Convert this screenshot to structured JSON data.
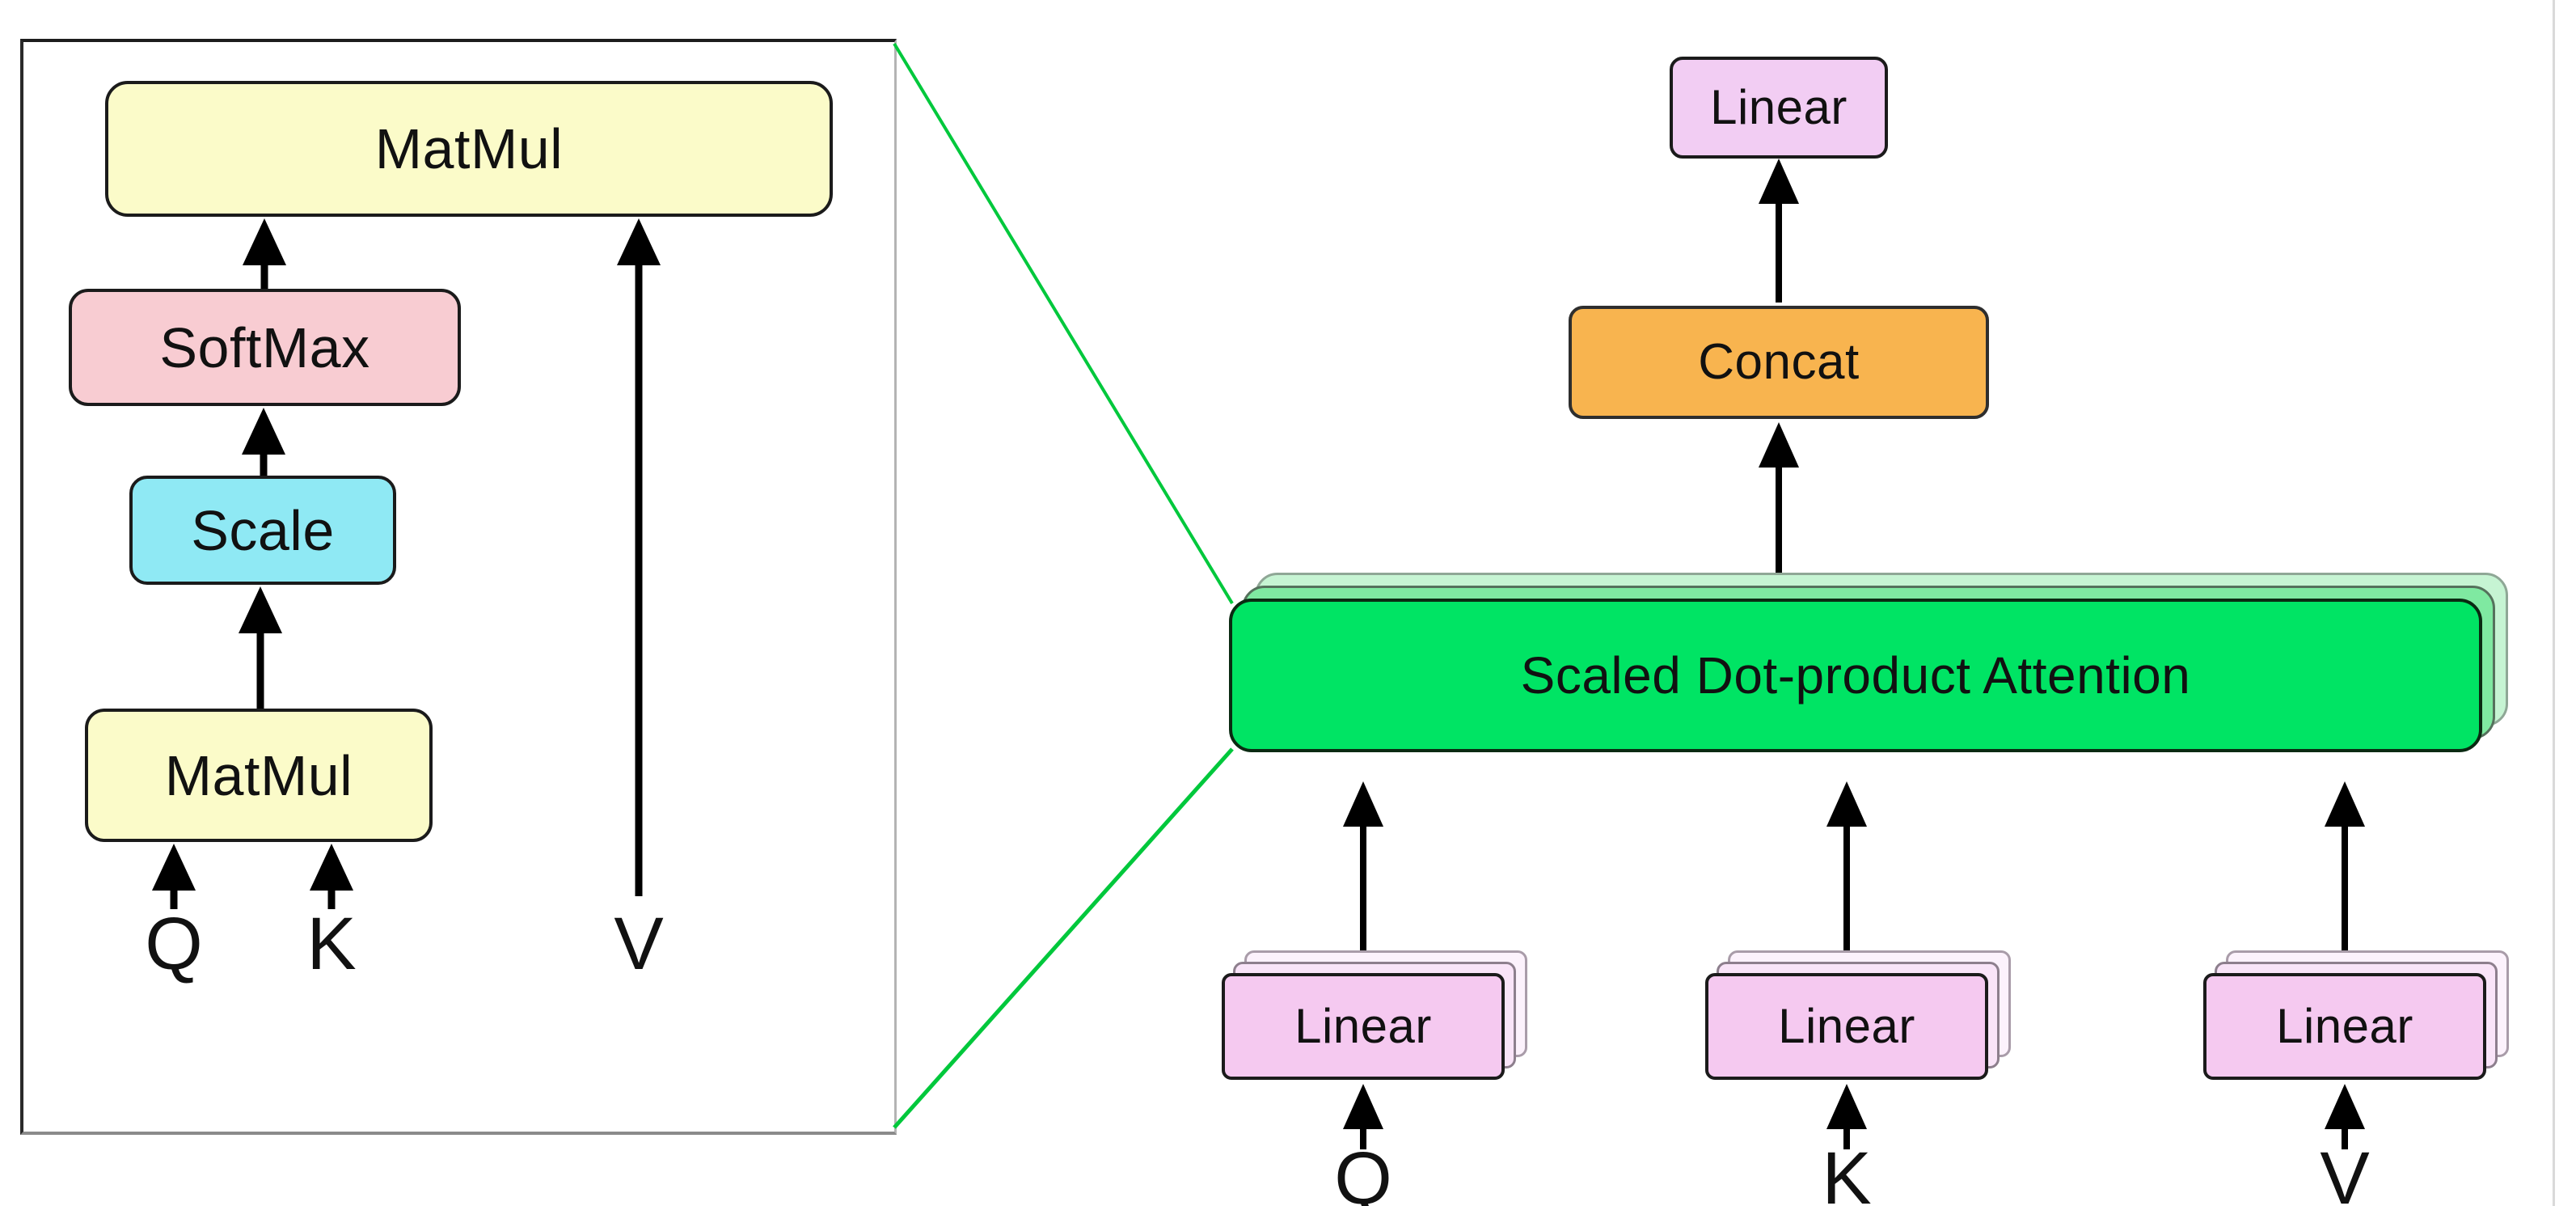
{
  "colors": {
    "yellow": "#FBFBC9",
    "pink": "#F8CCD2",
    "cyan": "#8FE9F4",
    "violet": "#F2CDF3",
    "pink-violet": "#F5C9F0",
    "orange": "#F8B44F",
    "green": "#00E464",
    "green-shadow1": "#7FE9A1",
    "green-shadow2": "#C6F4D3",
    "violet-shadow1": "#F9E4F8",
    "violet-shadow2": "#FCF2FC",
    "line-green": "#00C83C",
    "ink": "#111111",
    "border": "#1b1b1b"
  },
  "left_panel": {
    "matmul_top": "MatMul",
    "softmax": "SoftMax",
    "scale": "Scale",
    "matmul_bottom": "MatMul",
    "input_q": "Q",
    "input_k": "K",
    "input_v": "V"
  },
  "right": {
    "linear_out": "Linear",
    "concat": "Concat",
    "attention": "Scaled Dot-product Attention",
    "linear_q": "Linear",
    "linear_k": "Linear",
    "linear_v": "Linear",
    "input_q": "Q",
    "input_k": "K",
    "input_v": "V"
  }
}
